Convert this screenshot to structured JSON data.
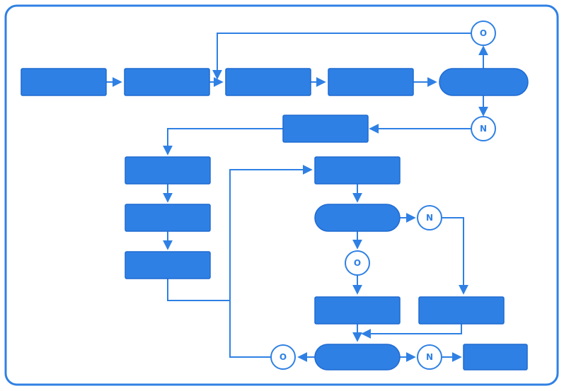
{
  "window": {
    "background": "#ffffff"
  },
  "diagram": {
    "type": "flowchart",
    "accent_color": "#2f80e4",
    "node_fill": "#2f80e4",
    "node_stroke": "#1f6ad1",
    "circle_fill": "#ffffff",
    "connector_color": "#2f80e4",
    "process_box_label": "",
    "branch_labels": {
      "top_loop": "O",
      "right_to_row2": "N",
      "mid_right": "N",
      "mid_down": "O",
      "bottom_left_loop": "O",
      "bottom_right_next": "N"
    }
  }
}
